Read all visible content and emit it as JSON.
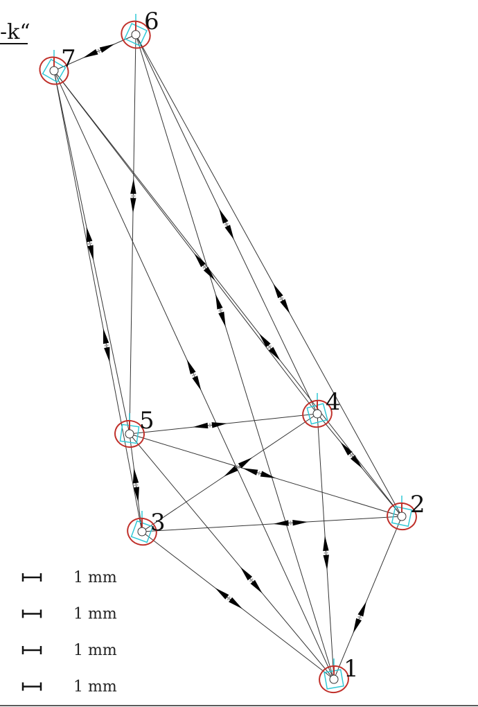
{
  "title_fragment": "-k“",
  "nodes": [
    {
      "id": "1",
      "label": "1"
    },
    {
      "id": "2",
      "label": "2"
    },
    {
      "id": "3",
      "label": "3"
    },
    {
      "id": "4",
      "label": "4"
    },
    {
      "id": "5",
      "label": "5"
    },
    {
      "id": "6",
      "label": "6"
    },
    {
      "id": "7",
      "label": "7"
    }
  ],
  "edges": [
    [
      "1",
      "2"
    ],
    [
      "1",
      "3"
    ],
    [
      "1",
      "4"
    ],
    [
      "1",
      "5"
    ],
    [
      "1",
      "6"
    ],
    [
      "1",
      "7"
    ],
    [
      "2",
      "3"
    ],
    [
      "2",
      "4"
    ],
    [
      "2",
      "5"
    ],
    [
      "2",
      "6"
    ],
    [
      "2",
      "7"
    ],
    [
      "3",
      "4"
    ],
    [
      "3",
      "5"
    ],
    [
      "3",
      "7"
    ],
    [
      "4",
      "5"
    ],
    [
      "4",
      "6"
    ],
    [
      "4",
      "7"
    ],
    [
      "5",
      "6"
    ],
    [
      "5",
      "7"
    ],
    [
      "6",
      "7"
    ]
  ],
  "scale_bars": [
    {
      "label": "1 mm"
    },
    {
      "label": "1 mm"
    },
    {
      "label": "1 mm"
    },
    {
      "label": "1 mm"
    }
  ],
  "colors": {
    "ellipse": "#c0302a",
    "frame": "#30c8d6",
    "edge": "#333333",
    "arrow": "#000000"
  }
}
